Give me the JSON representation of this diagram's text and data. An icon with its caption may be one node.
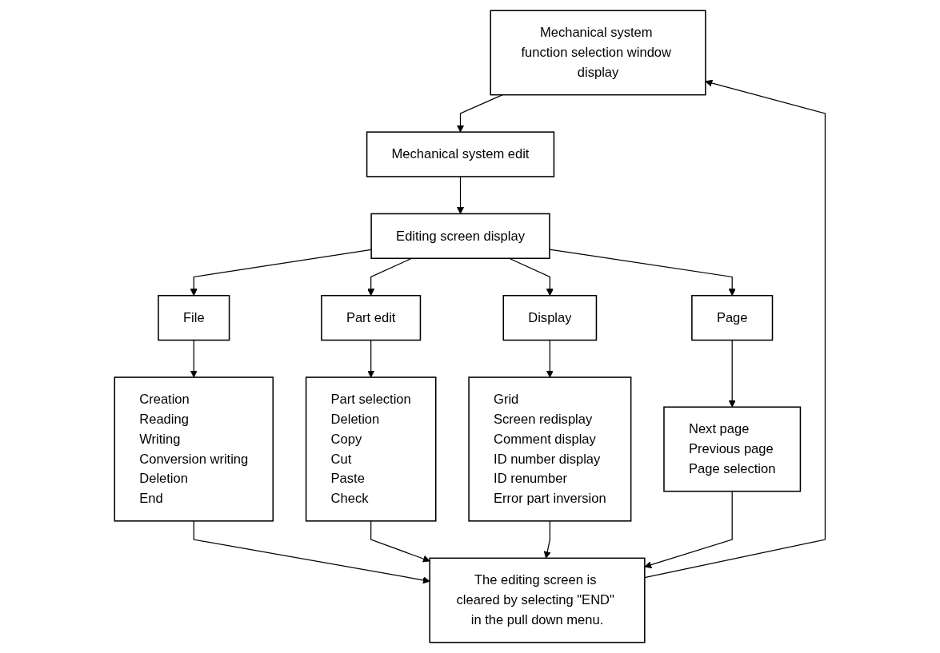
{
  "diagram": {
    "nodes": [
      {
        "text": [
          "Mechanical system function selection window display"
        ]
      },
      {
        "text": [
          "Mechanical system edit"
        ]
      },
      {
        "text": [
          "Editing screen display"
        ]
      },
      {
        "text": [
          "File"
        ]
      },
      {
        "text": [
          "Part edit"
        ]
      },
      {
        "text": [
          "Display"
        ]
      },
      {
        "text": [
          "Page"
        ]
      },
      {
        "text": [
          "Creation",
          "Reading",
          "Writing",
          "Conversion writing",
          "Deletion",
          "End"
        ]
      },
      {
        "text": [
          "Part selection",
          "Deletion",
          "Copy",
          "Cut",
          "Paste",
          "Check"
        ]
      },
      {
        "text": [
          "Grid",
          "Screen redisplay",
          "Comment display",
          "ID number display",
          "ID renumber",
          "Error part inversion"
        ]
      },
      {
        "text": [
          "Next page",
          "Previous page",
          "Page selection"
        ]
      },
      {
        "text": [
          "The editing screen is cleared by selecting \"END\" in the pull down menu."
        ]
      }
    ],
    "edges": [
      {
        "from": 0,
        "to": 1,
        "arrow": "to"
      },
      {
        "from": 1,
        "to": 2,
        "arrow": "to"
      },
      {
        "from": 2,
        "to": 3,
        "arrow": "to"
      },
      {
        "from": 2,
        "to": 4,
        "arrow": "to"
      },
      {
        "from": 2,
        "to": 5,
        "arrow": "to"
      },
      {
        "from": 2,
        "to": 6,
        "arrow": "to"
      },
      {
        "from": 3,
        "to": 7,
        "arrow": "to"
      },
      {
        "from": 4,
        "to": 8,
        "arrow": "to"
      },
      {
        "from": 5,
        "to": 9,
        "arrow": "to"
      },
      {
        "from": 6,
        "to": 10,
        "arrow": "to"
      },
      {
        "from": 7,
        "to": 11,
        "arrow": "to"
      },
      {
        "from": 8,
        "to": 11,
        "arrow": "to"
      },
      {
        "from": 9,
        "to": 11,
        "arrow": "to"
      },
      {
        "from": 10,
        "to": 11,
        "arrow": "to"
      },
      {
        "from": 11,
        "to": 0,
        "arrow": "to"
      }
    ]
  }
}
